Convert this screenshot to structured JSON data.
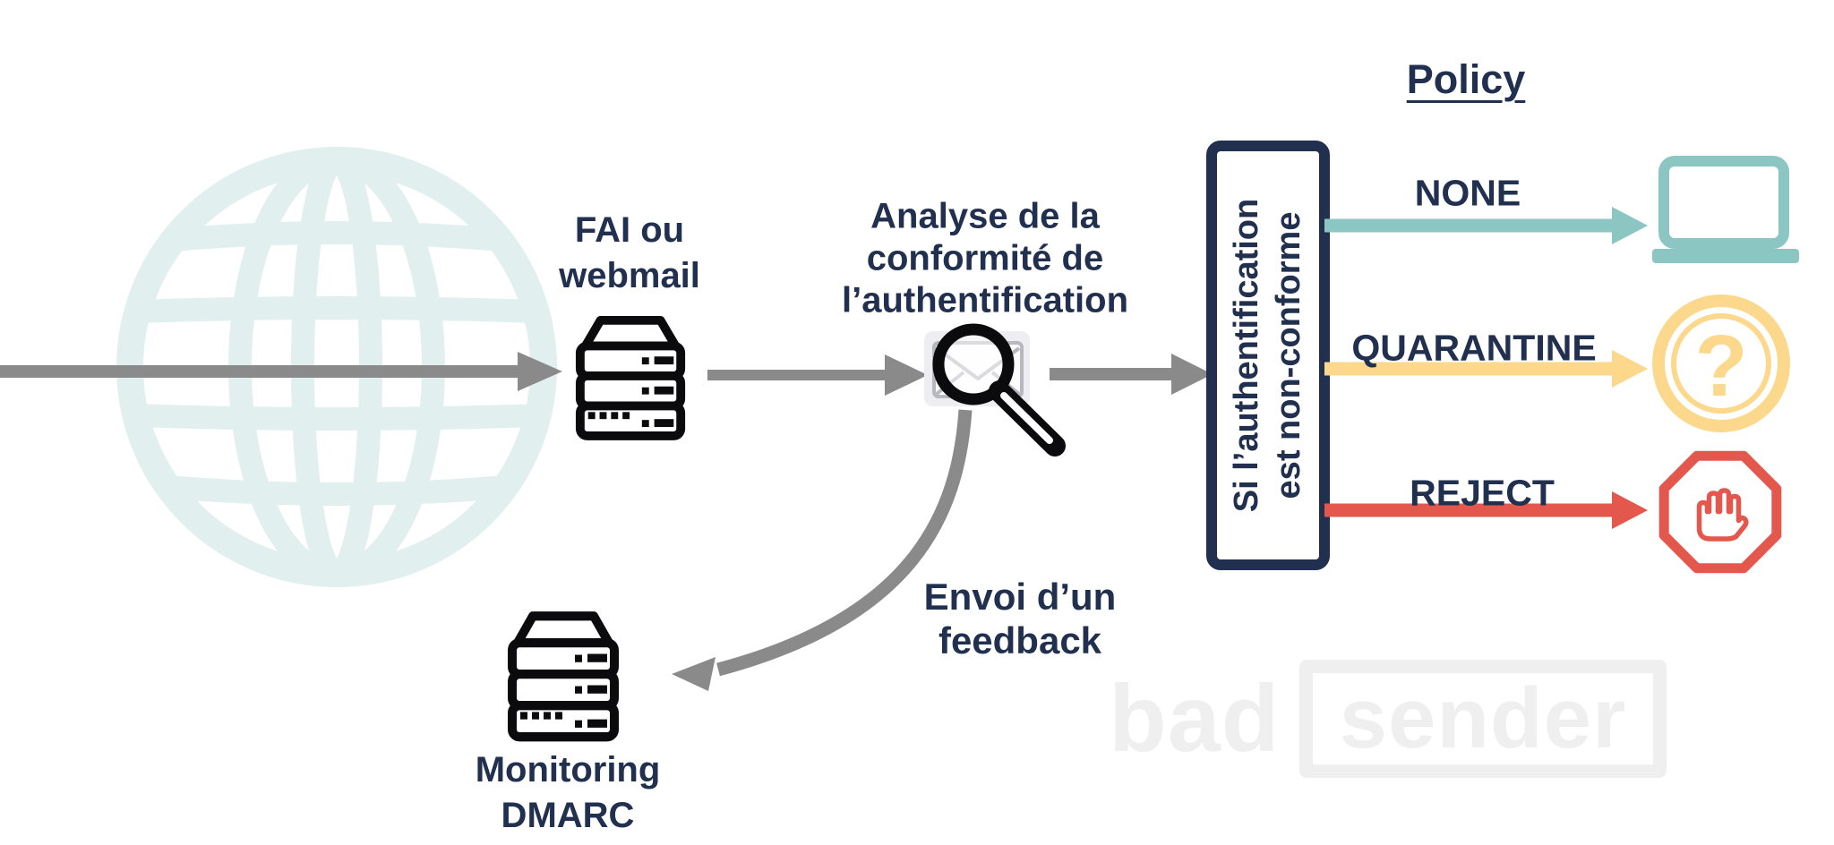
{
  "diagram": {
    "title": "DMARC policy flow",
    "colors": {
      "navy": "#22304f",
      "arrow_gray": "#8a8a8a",
      "teal": "#8cc6c3",
      "yellow": "#fbd88b",
      "red": "#e4574d",
      "globe": "#e2efef",
      "watermark": "#efefef",
      "icon_black": "#0b0b0e"
    },
    "nodes": {
      "internet": {
        "icon": "globe-icon"
      },
      "isp": {
        "icon": "server-icon",
        "lines": [
          "FAI ou",
          "webmail"
        ]
      },
      "analysis": {
        "icon": "mail-search-icon",
        "lines": [
          "Analyse de la",
          "conformité de",
          "l’authentification"
        ]
      },
      "condition": {
        "lines": [
          "Si l’authentification",
          "est non-conforme"
        ]
      },
      "feedback": {
        "lines": [
          "Envoi d’un",
          "feedback"
        ]
      },
      "monitoring": {
        "icon": "server-icon",
        "lines": [
          "Monitoring",
          "DMARC"
        ]
      }
    },
    "policy": {
      "title": "Policy",
      "options": [
        {
          "label": "NONE",
          "color": "#8cc6c3",
          "icon": "laptop-icon"
        },
        {
          "label": "QUARANTINE",
          "color": "#fbd88b",
          "icon": "question-circle-icon",
          "glyph": "?"
        },
        {
          "label": "REJECT",
          "color": "#e4574d",
          "icon": "stop-hand-icon"
        }
      ]
    },
    "watermark": {
      "word1": "bad",
      "word2": "sender"
    }
  }
}
